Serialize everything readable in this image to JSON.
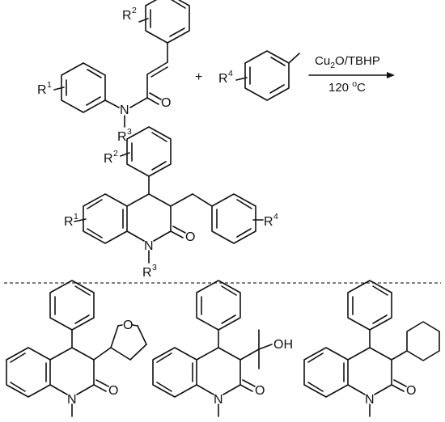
{
  "reaction": {
    "reactant1": {
      "labels": {
        "r1": "R",
        "r1_sup": "1",
        "r2": "R",
        "r2_sup": "2",
        "n": "N",
        "r3": "R",
        "r3_sup": "3",
        "o": "O"
      }
    },
    "plus": "+",
    "reactant2": {
      "labels": {
        "r4": "R",
        "r4_sup": "4"
      }
    },
    "arrow": {
      "above_main": "Cu",
      "above_sub": "2",
      "above_rest": "O/TBHP",
      "below_value": "120 ",
      "below_deg": "o",
      "below_unit": "C"
    },
    "product": {
      "labels": {
        "r1": "R",
        "r1_sup": "1",
        "r2": "R",
        "r2_sup": "2",
        "r4": "R",
        "r4_sup": "4",
        "n": "N",
        "r3": "R",
        "r3_sup": "3",
        "o": "O"
      }
    }
  },
  "examples": [
    {
      "labels": {
        "n": "N",
        "o": "O",
        "ring_o": "O"
      }
    },
    {
      "labels": {
        "n": "N",
        "o": "O",
        "oh": "OH"
      }
    },
    {
      "labels": {
        "n": "N",
        "o": "O"
      }
    }
  ],
  "colors": {
    "ink": "#111111",
    "divider": "#333333",
    "background": "#ffffff"
  }
}
